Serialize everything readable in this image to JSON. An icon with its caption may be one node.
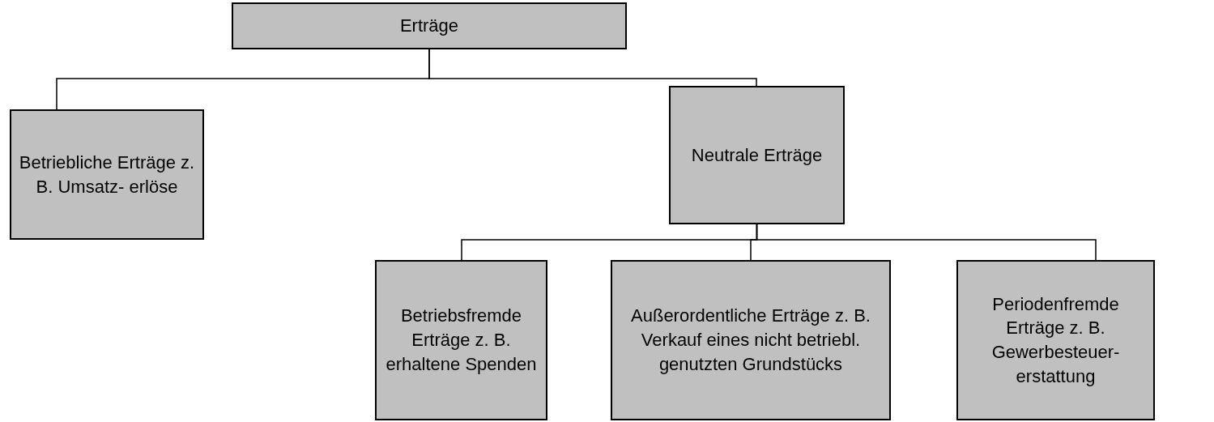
{
  "diagram": {
    "nodes": [
      {
        "text": [
          "Erträge"
        ]
      },
      {
        "text": [
          "Betriebliche Erträge z. B. Umsatz- erlöse"
        ]
      },
      {
        "text": [
          "Neutrale Erträge"
        ]
      },
      {
        "text": [
          "Betriebsfremde Erträge z. B. erhaltene Spenden"
        ]
      },
      {
        "text": [
          "Außerordentliche Erträge z. B. Verkauf eines nicht betriebl. genutzten Grundstücks"
        ]
      },
      {
        "text": [
          "Periodenfremde Erträge z. B. Gewerbesteuer- erstattung"
        ]
      }
    ],
    "edges": [
      {
        "from": 0,
        "to": 1,
        "arrow": "none"
      },
      {
        "from": 0,
        "to": 2,
        "arrow": "none"
      },
      {
        "from": 2,
        "to": 3,
        "arrow": "none"
      },
      {
        "from": 2,
        "to": 4,
        "arrow": "none"
      },
      {
        "from": 2,
        "to": 5,
        "arrow": "none"
      }
    ]
  }
}
